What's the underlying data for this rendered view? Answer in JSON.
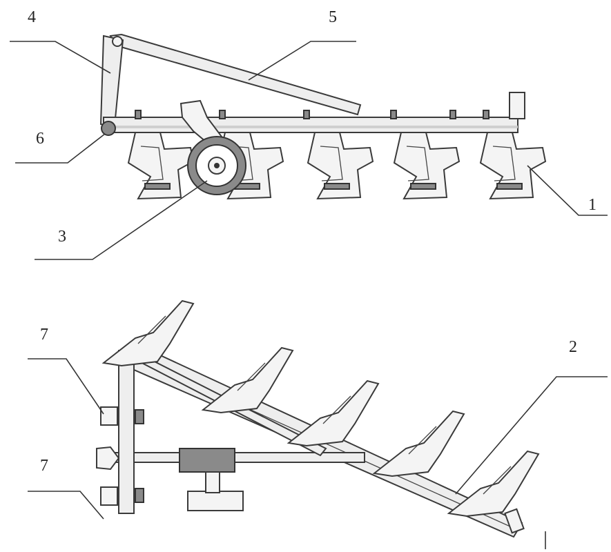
{
  "labels": {
    "l1": "1",
    "l2": "2",
    "l3": "3",
    "l4": "4",
    "l5": "5",
    "l6": "6",
    "l7a": "7",
    "l7b": "7"
  },
  "colors": {
    "line": "#333333",
    "fill": "#f4f4f4",
    "dark": "#8a8a8a"
  }
}
